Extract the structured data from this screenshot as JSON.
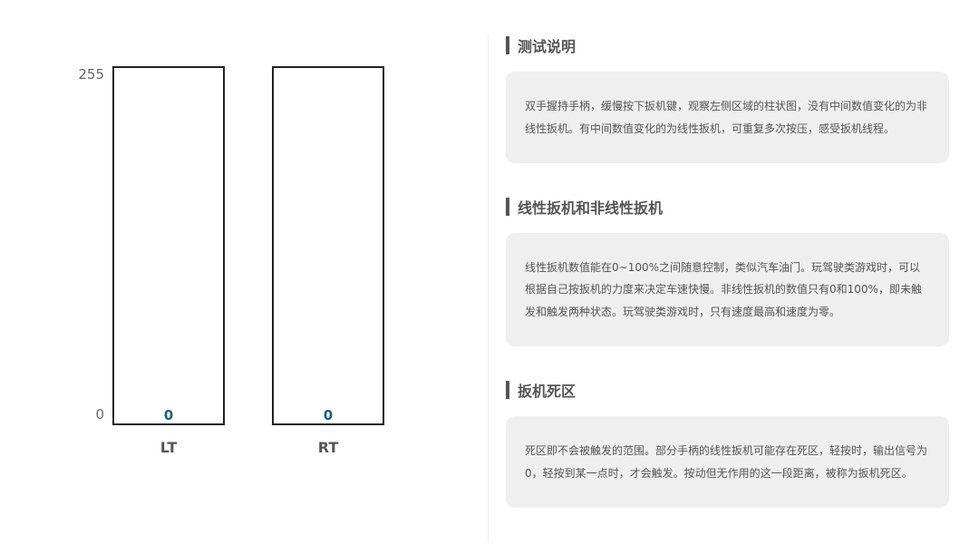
{
  "chart_data": {
    "type": "bar",
    "categories": [
      "LT",
      "RT"
    ],
    "values": [
      0,
      0
    ],
    "ylim": [
      0,
      255
    ],
    "yticks": [
      "255",
      "0"
    ],
    "bar_color": "#1f5f7f"
  },
  "sections": [
    {
      "title": "测试说明",
      "body": "双手握持手柄，缓慢按下扳机键，观察左侧区域的柱状图，没有中间数值变化的为非线性扳机。有中间数值变化的为线性扳机，可重复多次按压，感受扳机线程。"
    },
    {
      "title": "线性扳机和非线性扳机",
      "body": "线性扳机数值能在0~100%之间随意控制，类似汽车油门。玩驾驶类游戏时，可以根据自己按扳机的力度来决定车速快慢。非线性扳机的数值只有0和100%，即未触发和触发两种状态。玩驾驶类游戏时，只有速度最高和速度为零。"
    },
    {
      "title": "扳机死区",
      "body": "死区即不会被触发的范围。部分手柄的线性扳机可能存在死区，轻按时，输出信号为0，轻按到某一点时，才会触发。按动但无作用的这一段距离，被称为扳机死区。"
    }
  ]
}
